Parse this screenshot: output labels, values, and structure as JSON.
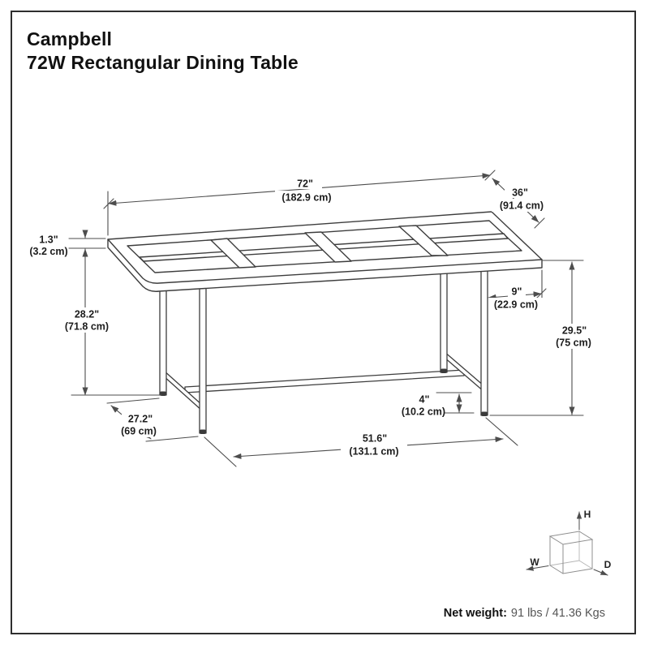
{
  "title": {
    "line1": "Campbell",
    "line2": "72W Rectangular Dining Table"
  },
  "dims": {
    "width": {
      "in": "72\"",
      "cm": "(182.9 cm)"
    },
    "depth": {
      "in": "36\"",
      "cm": "(91.4 cm)"
    },
    "thickness": {
      "in": "1.3\"",
      "cm": "(3.2 cm)"
    },
    "clearance": {
      "in": "28.2\"",
      "cm": "(71.8 cm)"
    },
    "leg_depth": {
      "in": "27.2\"",
      "cm": "(69 cm)"
    },
    "overhang": {
      "in": "9\"",
      "cm": "(22.9 cm)"
    },
    "height": {
      "in": "29.5\"",
      "cm": "(75 cm)"
    },
    "stretcher": {
      "in": "4\"",
      "cm": "(10.2 cm)"
    },
    "leg_span": {
      "in": "51.6\"",
      "cm": "(131.1 cm)"
    }
  },
  "axis_cube": {
    "w": "W",
    "d": "D",
    "h": "H"
  },
  "net_weight": {
    "label": "Net weight:",
    "value": "91 lbs / 41.36 Kgs"
  },
  "colors": {
    "line": "#3d3d3d",
    "dim_line": "#4d4d4d",
    "border": "#2e2e2e",
    "text": "#1c1c1c"
  }
}
